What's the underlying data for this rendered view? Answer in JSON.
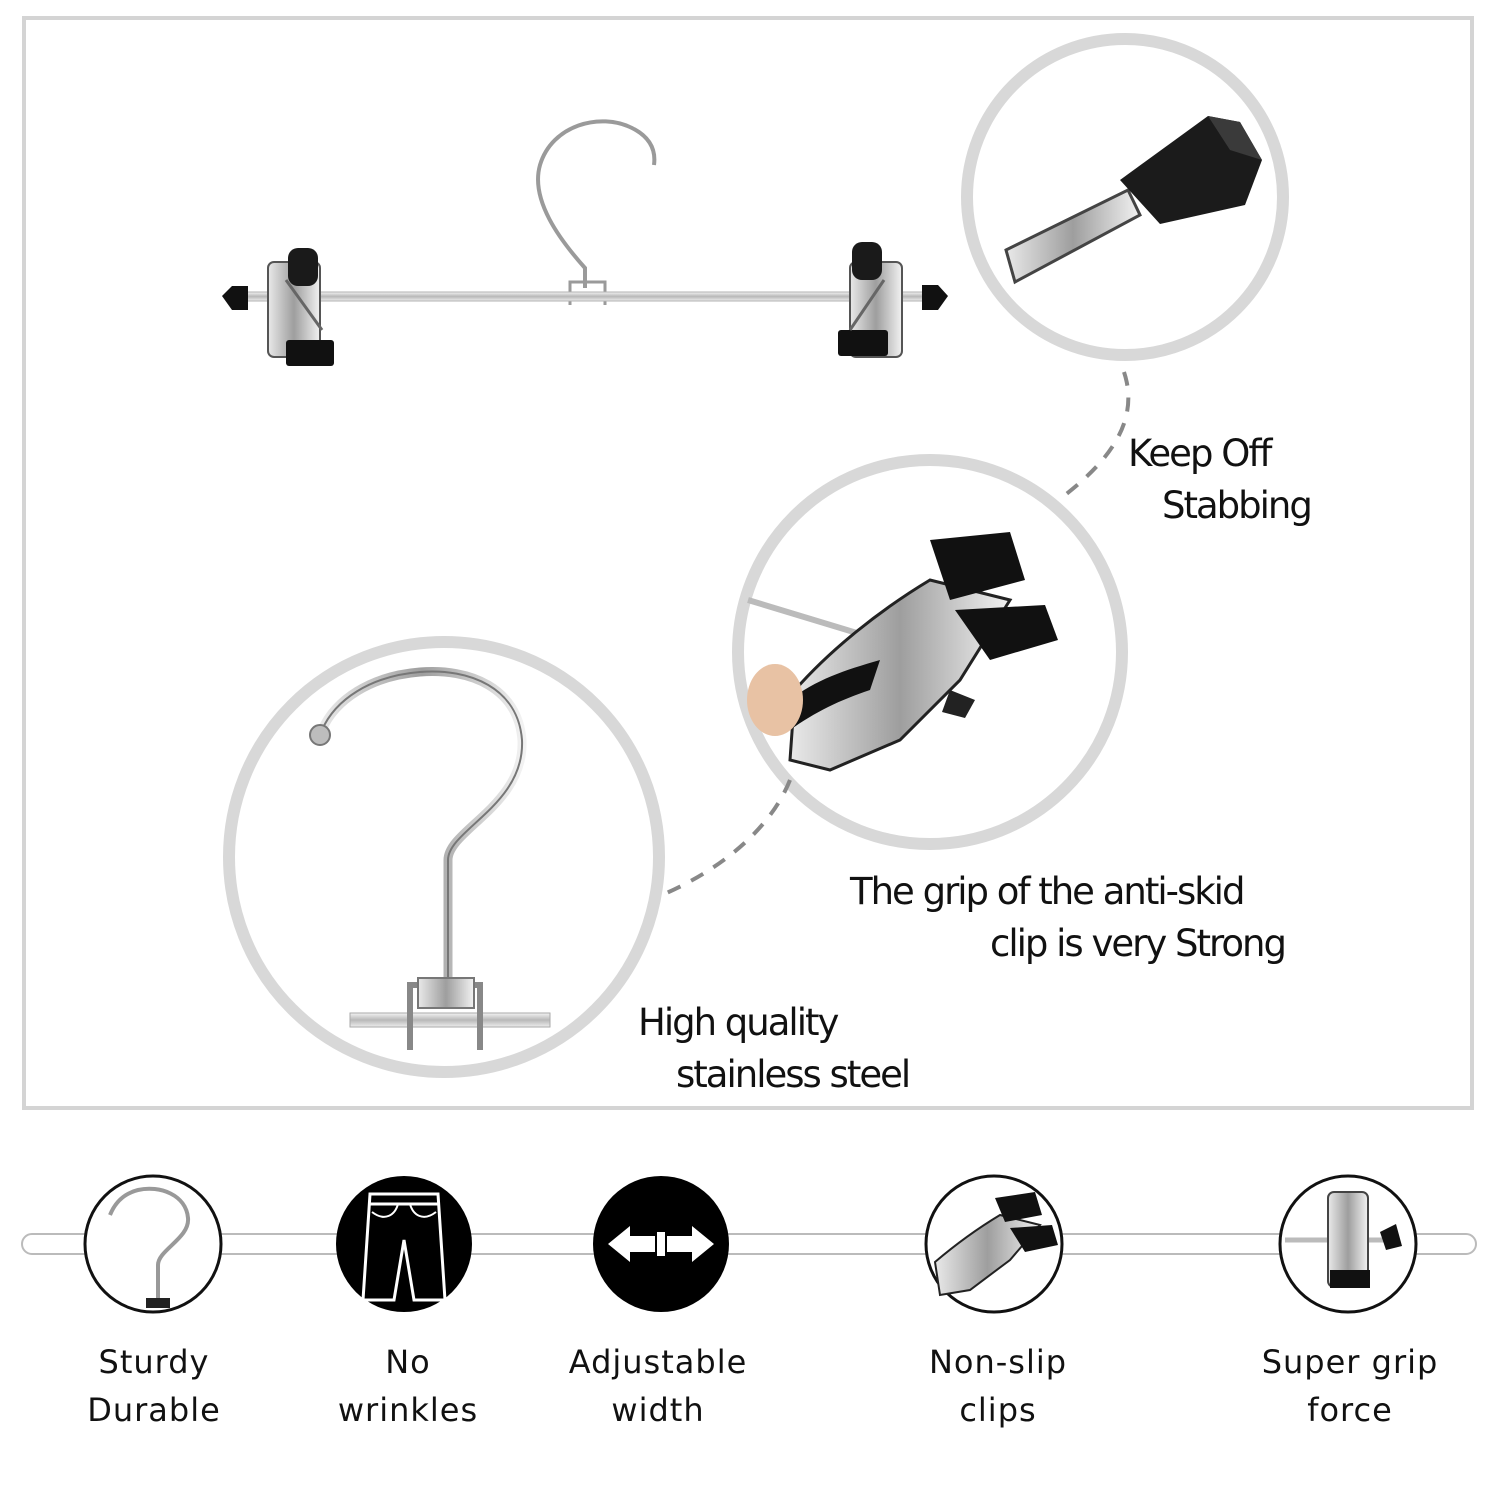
{
  "callouts": {
    "tip": {
      "line1": "Keep Off",
      "line2": "Stabbing"
    },
    "clip": {
      "line1": "The grip of the anti-skid",
      "line2": "clip is very Strong"
    },
    "steel": {
      "line1": "High quality",
      "line2": "stainless steel"
    }
  },
  "features": [
    {
      "icon": "hook-icon",
      "line1": "Sturdy",
      "line2": "Durable"
    },
    {
      "icon": "pants-icon",
      "line1": "No",
      "line2": "wrinkles"
    },
    {
      "icon": "double-arrow-icon",
      "line1": "Adjustable",
      "line2": "width"
    },
    {
      "icon": "clip-icon",
      "line1": "Non-slip",
      "line2": "clips"
    },
    {
      "icon": "grip-clip-icon",
      "line1": "Super grip",
      "line2": "force"
    }
  ],
  "colors": {
    "frame": "#d4d4d4",
    "ring": "#d8d8d8",
    "dash": "#888888",
    "icon_fill": "#000000",
    "steel": "#c9c9c9"
  }
}
